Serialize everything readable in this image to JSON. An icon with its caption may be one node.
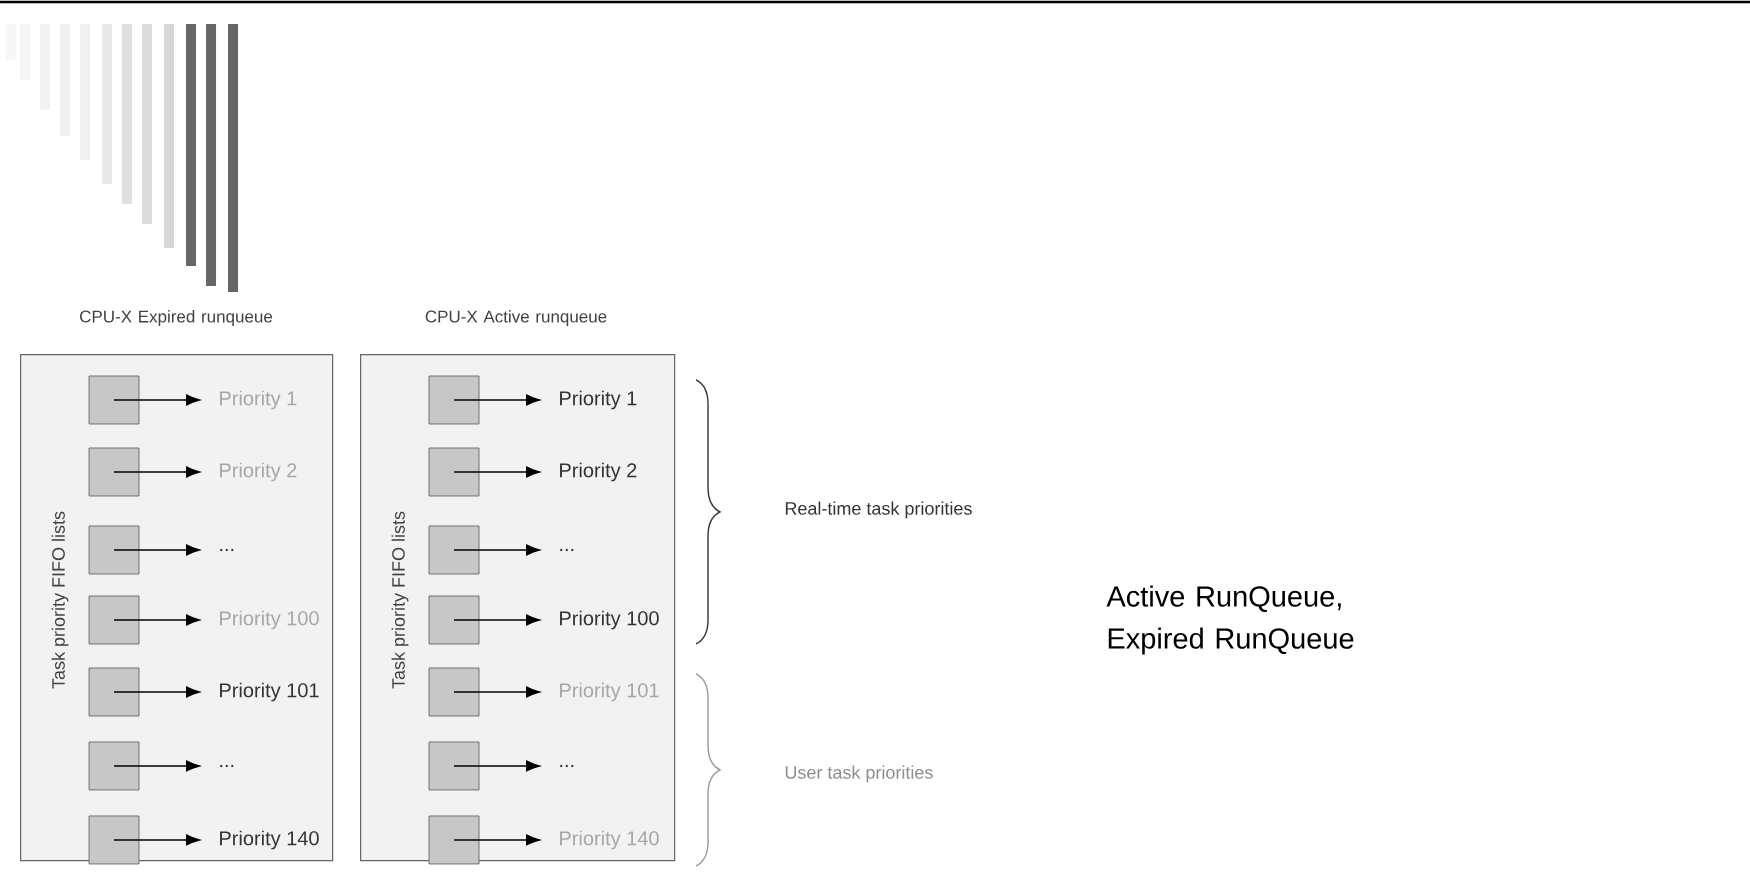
{
  "diagram": {
    "nodes": [
      {
        "text": [
          "CPU-X Expired runqueue",
          "Task priority FIFO lists"
        ]
      },
      {
        "text": [],
        "shape": "box",
        "in": 0
      },
      {
        "text": [
          "Priority 1"
        ],
        "in": 0
      },
      {
        "text": [],
        "shape": "box",
        "in": 0
      },
      {
        "text": [
          "Priority 2"
        ],
        "in": 0
      },
      {
        "text": [],
        "shape": "box",
        "in": 0
      },
      {
        "text": [
          "..."
        ],
        "in": 0
      },
      {
        "text": [],
        "shape": "box",
        "in": 0
      },
      {
        "text": [
          "Priority 100"
        ],
        "in": 0
      },
      {
        "text": [],
        "shape": "box",
        "in": 0
      },
      {
        "text": [
          "Priority 101"
        ],
        "in": 0
      },
      {
        "text": [],
        "shape": "box",
        "in": 0
      },
      {
        "text": [
          "..."
        ],
        "in": 0
      },
      {
        "text": [],
        "shape": "box",
        "in": 0
      },
      {
        "text": [
          "Priority 140"
        ],
        "in": 0
      },
      {
        "text": [
          "CPU-X Active runqueue",
          "Task priority FIFO lists"
        ]
      },
      {
        "text": [],
        "shape": "box",
        "in": 15
      },
      {
        "text": [
          "Priority 1"
        ],
        "in": 15
      },
      {
        "text": [],
        "shape": "box",
        "in": 15
      },
      {
        "text": [
          "Priority 2"
        ],
        "in": 15
      },
      {
        "text": [],
        "shape": "box",
        "in": 15
      },
      {
        "text": [
          "..."
        ],
        "in": 15
      },
      {
        "text": [],
        "shape": "box",
        "in": 15
      },
      {
        "text": [
          "Priority 100"
        ],
        "in": 15
      },
      {
        "text": [],
        "shape": "box",
        "in": 15
      },
      {
        "text": [
          "Priority 101"
        ],
        "in": 15
      },
      {
        "text": [],
        "shape": "box",
        "in": 15
      },
      {
        "text": [
          "..."
        ],
        "in": 15
      },
      {
        "text": [],
        "shape": "box",
        "in": 15
      },
      {
        "text": [
          "Priority 140"
        ],
        "in": 15
      }
    ],
    "edges": [
      {
        "from": 1,
        "to": 2,
        "arrow": "to"
      },
      {
        "from": 3,
        "to": 4,
        "arrow": "to"
      },
      {
        "from": 5,
        "to": 6,
        "arrow": "to"
      },
      {
        "from": 7,
        "to": 8,
        "arrow": "to"
      },
      {
        "from": 9,
        "to": 10,
        "arrow": "to"
      },
      {
        "from": 11,
        "to": 12,
        "arrow": "to"
      },
      {
        "from": 13,
        "to": 14,
        "arrow": "to"
      },
      {
        "from": 16,
        "to": 17,
        "arrow": "to"
      },
      {
        "from": 18,
        "to": 19,
        "arrow": "to"
      },
      {
        "from": 20,
        "to": 21,
        "arrow": "to"
      },
      {
        "from": 22,
        "to": 23,
        "arrow": "to"
      },
      {
        "from": 24,
        "to": 25,
        "arrow": "to"
      },
      {
        "from": 26,
        "to": 27,
        "arrow": "to"
      },
      {
        "from": 28,
        "to": 29,
        "arrow": "to"
      }
    ],
    "labels": [
      "Real-time task priorities",
      "User task priorities",
      "Active RunQueue, Expired RunQueue"
    ]
  }
}
